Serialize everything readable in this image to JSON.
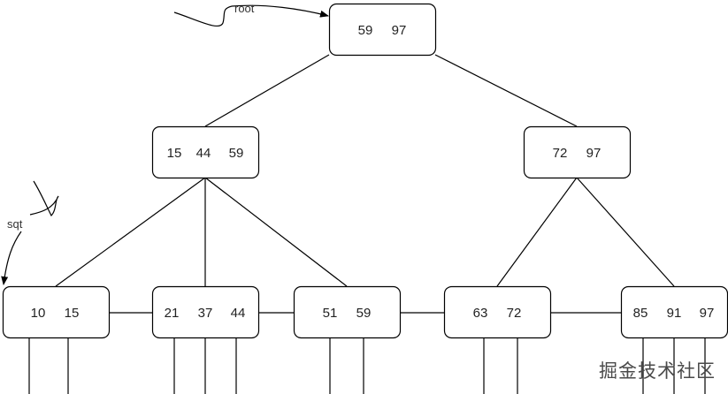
{
  "diagram": {
    "title": "",
    "nodes": [
      {
        "id": "root",
        "level": 0,
        "keys": [
          "59",
          "97"
        ]
      },
      {
        "id": "inner1",
        "level": 1,
        "keys": [
          "15",
          "44",
          "59"
        ]
      },
      {
        "id": "inner2",
        "level": 1,
        "keys": [
          "72",
          "97"
        ]
      },
      {
        "id": "leaf1",
        "level": 2,
        "keys": [
          "10",
          "15"
        ]
      },
      {
        "id": "leaf2",
        "level": 2,
        "keys": [
          "21",
          "37",
          "44"
        ]
      },
      {
        "id": "leaf3",
        "level": 2,
        "keys": [
          "51",
          "59"
        ]
      },
      {
        "id": "leaf4",
        "level": 2,
        "keys": [
          "63",
          "72"
        ]
      },
      {
        "id": "leaf5",
        "level": 2,
        "keys": [
          "85",
          "91",
          "97"
        ]
      }
    ],
    "edges": [
      {
        "from": "root",
        "to": "inner1"
      },
      {
        "from": "root",
        "to": "inner2"
      },
      {
        "from": "inner1",
        "to": "leaf1"
      },
      {
        "from": "inner1",
        "to": "leaf2"
      },
      {
        "from": "inner1",
        "to": "leaf3"
      },
      {
        "from": "inner2",
        "to": "leaf4"
      },
      {
        "from": "inner2",
        "to": "leaf5"
      }
    ],
    "leaf_links": [
      {
        "from": "leaf1",
        "to": "leaf2"
      },
      {
        "from": "leaf2",
        "to": "leaf3"
      },
      {
        "from": "leaf3",
        "to": "leaf4"
      },
      {
        "from": "leaf4",
        "to": "leaf5"
      }
    ],
    "pointers": [
      {
        "id": "root-pointer",
        "label": "root",
        "target": "root"
      },
      {
        "id": "sqt-pointer",
        "label": "sqt",
        "target": "leaf1"
      }
    ],
    "line_color": "#000000",
    "node_border_color": "#000000",
    "node_fill": "#ffffff"
  },
  "watermark": "掘金技术社区"
}
